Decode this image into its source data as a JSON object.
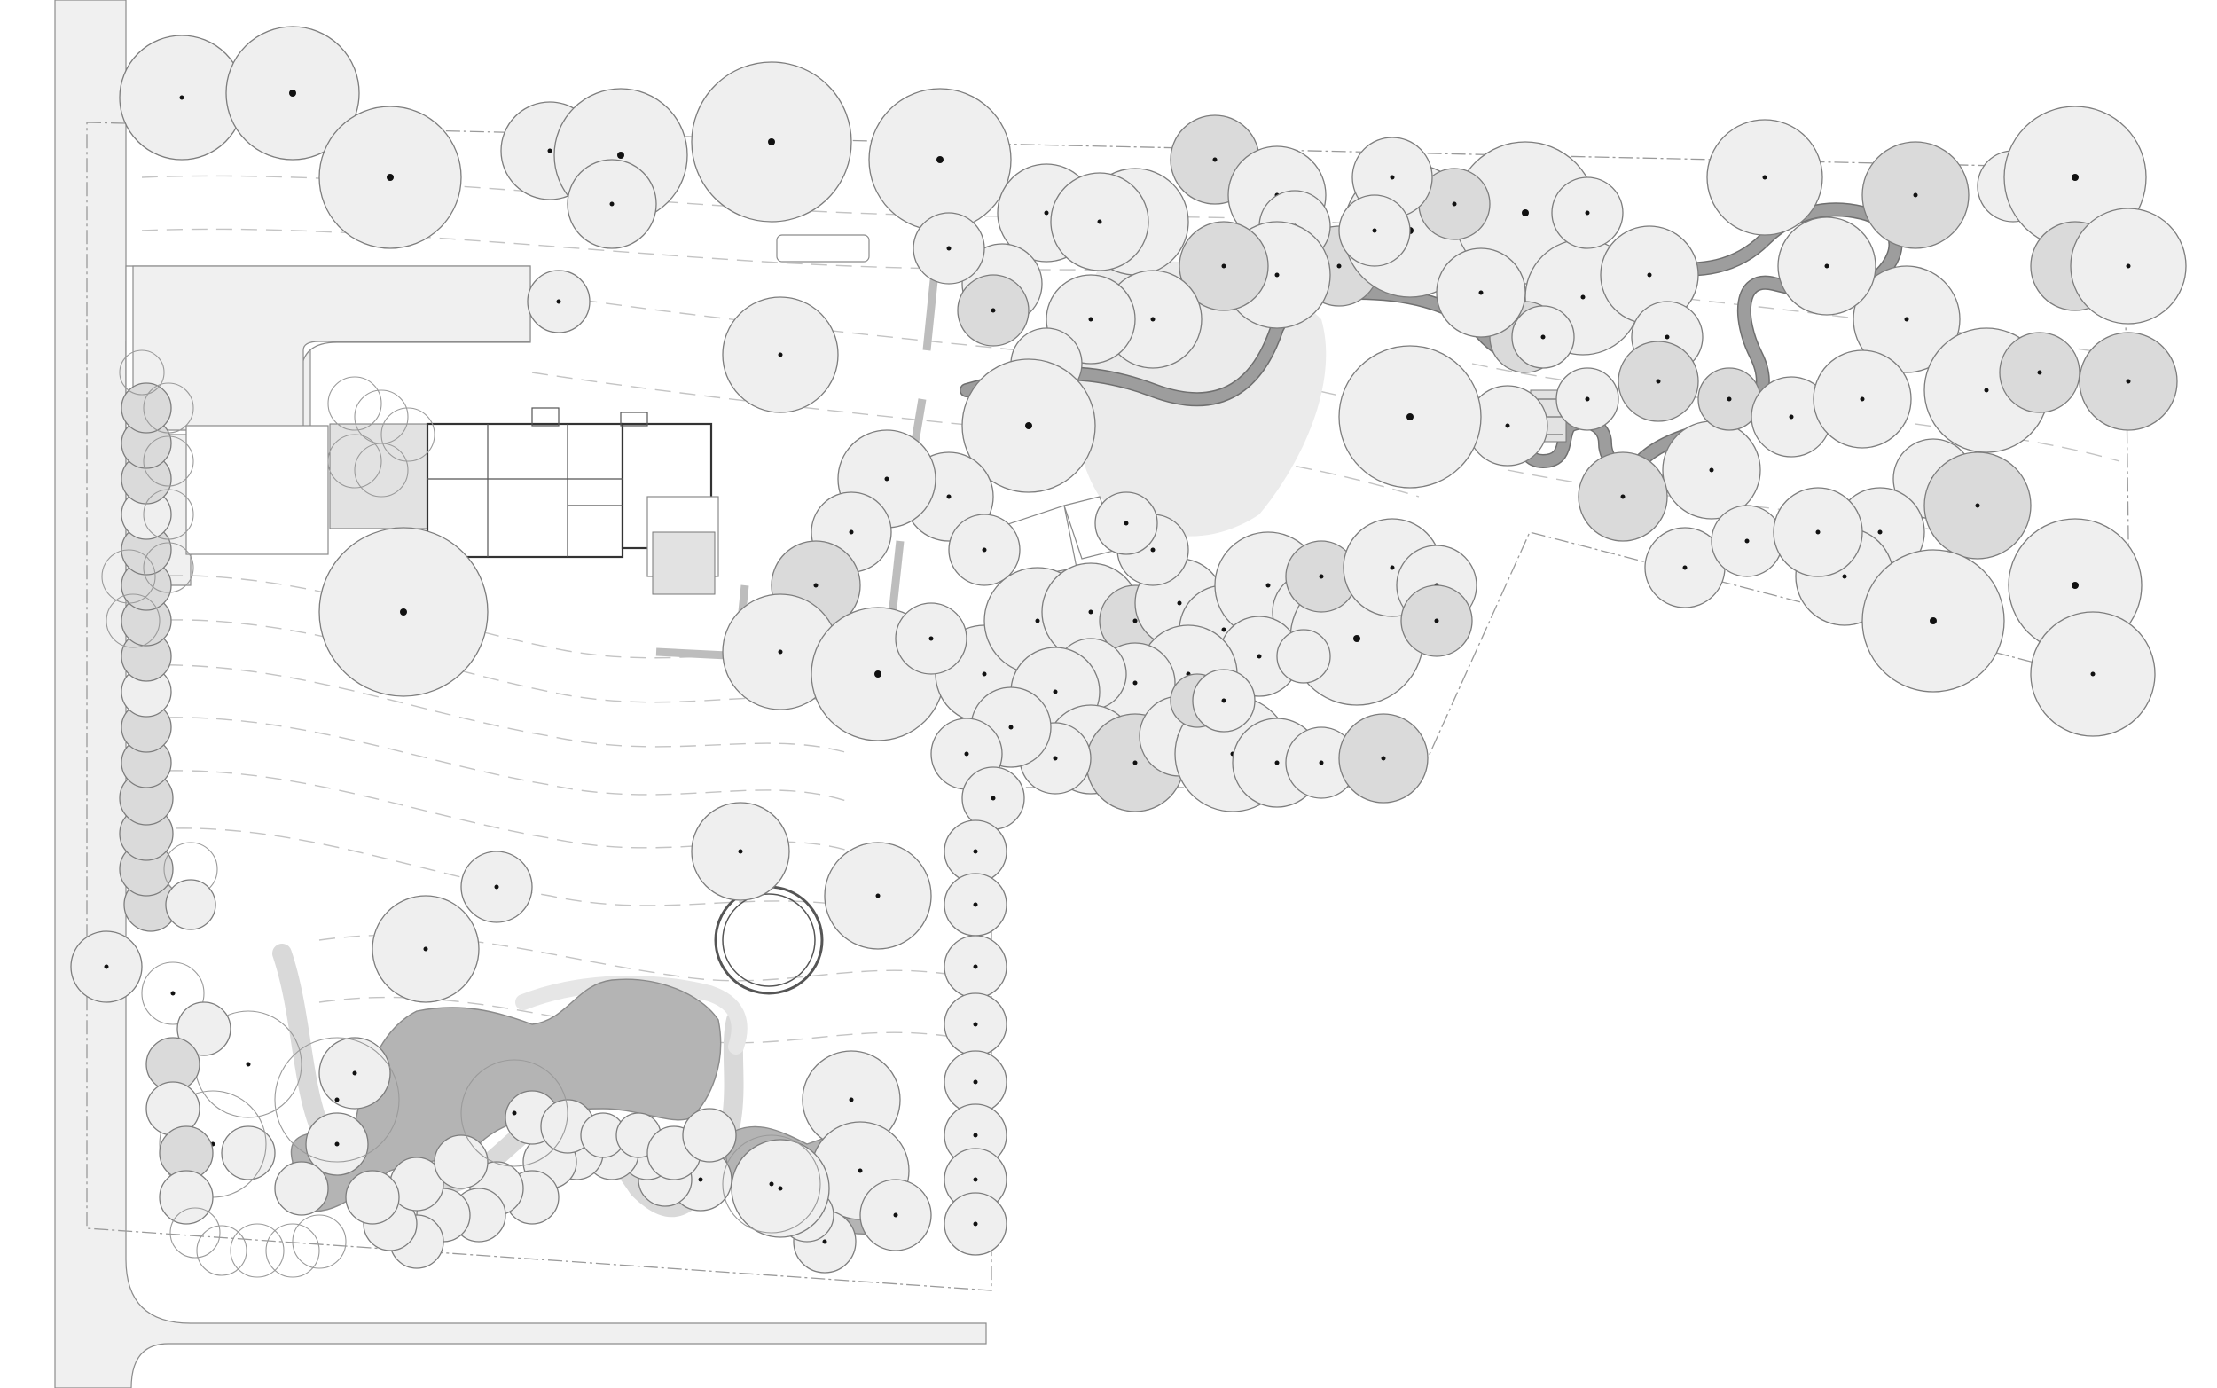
{
  "plan": {
    "drawing_type": "landscape site plan",
    "colors": {
      "background": "#ffffff",
      "road": "#f0f0f0",
      "tree_light": "#efefef",
      "tree_mid": "#dadada",
      "pond": "#b4b4b4",
      "trunk": "#111111",
      "linework": "#7d7d7d"
    },
    "features": [
      "road",
      "property-line",
      "contour-lines",
      "house",
      "terrace",
      "pond",
      "meandering-walk-path",
      "stone-path",
      "stone-walls",
      "circular-feature",
      "trees"
    ]
  }
}
